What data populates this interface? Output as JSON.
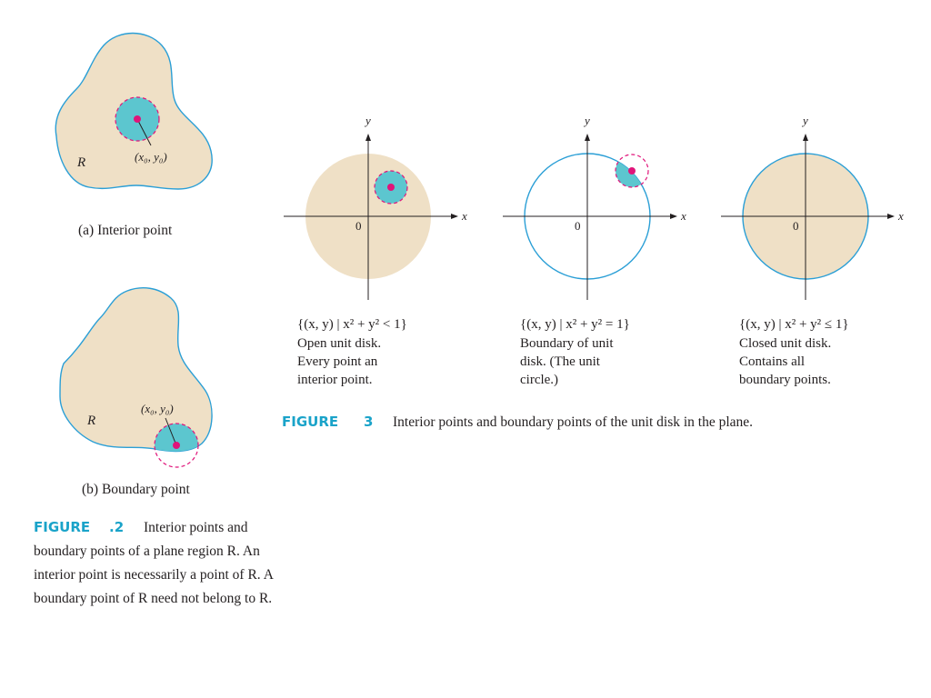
{
  "figure2": {
    "label": "FIGURE",
    "number": ".2",
    "caption_lines": [
      "Interior points and",
      "boundary points of a plane region R. An",
      "interior point is necessarily a point of R. A",
      "boundary point of R need not belong to R."
    ],
    "panel_a": {
      "caption": "(a) Interior point",
      "region_label": "R",
      "point_label": "(x₀, y₀)"
    },
    "panel_b": {
      "caption": "(b) Boundary point",
      "region_label": "R",
      "point_label": "(x₀, y₀)"
    }
  },
  "figure3": {
    "label": "FIGURE",
    "number": "3",
    "caption": "Interior points and boundary points of the unit disk in the plane.",
    "disks": [
      {
        "set": "{(x, y) | x² + y² < 1}",
        "desc": [
          "Open unit disk.",
          "Every point an",
          "interior point."
        ],
        "x_label": "x",
        "y_label": "y",
        "origin": "0"
      },
      {
        "set": "{(x, y) | x² + y² = 1}",
        "desc": [
          "Boundary of unit",
          "disk. (The unit",
          "circle.)"
        ],
        "x_label": "x",
        "y_label": "y",
        "origin": "0"
      },
      {
        "set": "{(x, y) | x² + y² ≤ 1}",
        "desc": [
          "Closed unit disk.",
          "Contains all",
          "boundary points."
        ],
        "x_label": "x",
        "y_label": "y",
        "origin": "0"
      }
    ]
  },
  "colors": {
    "region_fill": "#efe0c6",
    "outline": "#2b9fd6",
    "neighborhood": "#5cc6cf",
    "point": "#e0147a",
    "dashed": "#e0147a",
    "figure_label": "#1aa3c9"
  }
}
